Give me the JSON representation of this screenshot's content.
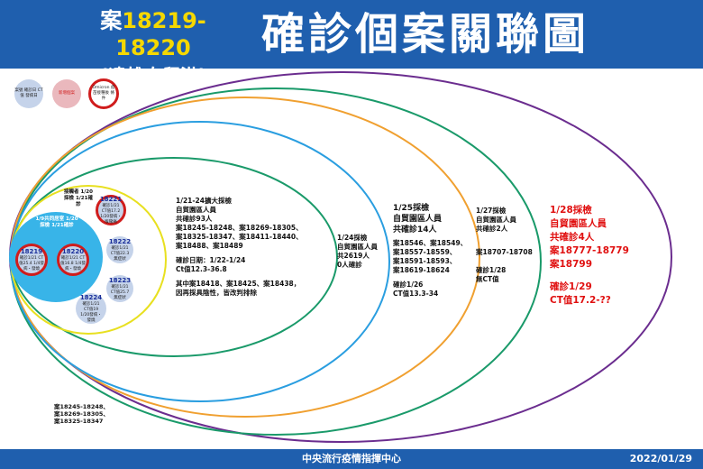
{
  "header": {
    "case_prefix": "案",
    "case_range": "18219-18220",
    "subtitle": "(遠雄自貿港)",
    "title": "確診個案關聯圖"
  },
  "legend": [
    {
      "label": "案號 確診日 CT值 發病日"
    },
    {
      "label": "新增個案"
    },
    {
      "label": "Omicron 疫苗接種後 條件"
    }
  ],
  "cluster": {
    "title": "1/9共同居室 1/20採檢 1/21確診",
    "contacts": "接觸者 1/20採檢 1/21確診"
  },
  "cases": [
    {
      "id": "18219",
      "info": "確診1/21 CT值25.4 1/4發病・發燒"
    },
    {
      "id": "18220",
      "info": "確診1/21 CT值16.8 1/4發病・發燒"
    },
    {
      "id": "18221",
      "info": "確診1/21 CT值17.2 1/20發病・喉嚨痛"
    },
    {
      "id": "18222",
      "info": "確診1/21 CT值22.3 無症狀"
    },
    {
      "id": "18223",
      "info": "確診1/21 CT值25.7 無症狀"
    },
    {
      "id": "18224",
      "info": "確診1/21 CT值19 1/20發病・發燒"
    }
  ],
  "rings": [
    {
      "lines": [
        "1/21-24擴大採檢",
        "自貿園區人員",
        "共確診93人",
        "案18245-18248、案18269-18305、",
        "案18325-18347、案18411-18440、",
        "案18488、案18489",
        "",
        "確診日期：1/22-1/24",
        "Ct值12.3-36.8",
        "",
        "其中案18418、案18425、案18438，",
        "因再採具陰性，皆改判排除"
      ]
    },
    {
      "lines": [
        "1/24採檢",
        "自貿園區人員",
        "共2619人",
        "0人確診"
      ]
    },
    {
      "lines": [
        "1/25採檢",
        "自貿園區人員",
        "共確診14人"
      ],
      "cases": [
        "案18546、案18549、",
        "案18557-18559、",
        "案18591-18593、",
        "案18619-18624"
      ],
      "note": [
        "確診1/26",
        "CT值13.3-34"
      ]
    },
    {
      "lines": [
        "1/27採檢",
        "自貿園區人員",
        "共確診2人"
      ],
      "cases": [
        "案18707-18708"
      ],
      "note": [
        "確診1/28",
        "無CT值"
      ]
    },
    {
      "lines": [
        "1/28採檢",
        "自貿園區人員",
        "共確診4人",
        "案18777-18779",
        "案18799",
        "",
        "確診1/29",
        "CT值17.2-??"
      ]
    }
  ],
  "bottom_note": [
    "案18245-18248、",
    "案18269-18305、",
    "案18325-18347"
  ],
  "footer": {
    "org": "中央流行疫情指揮中心",
    "date": "2022/01/29"
  },
  "colors": {
    "header": "#1f5fae",
    "purple": "#6b2d8f",
    "green": "#1a9a6a",
    "orange": "#f0a030",
    "blue": "#2a9ee0",
    "yellow": "#e8e020",
    "red": "#e01010"
  }
}
